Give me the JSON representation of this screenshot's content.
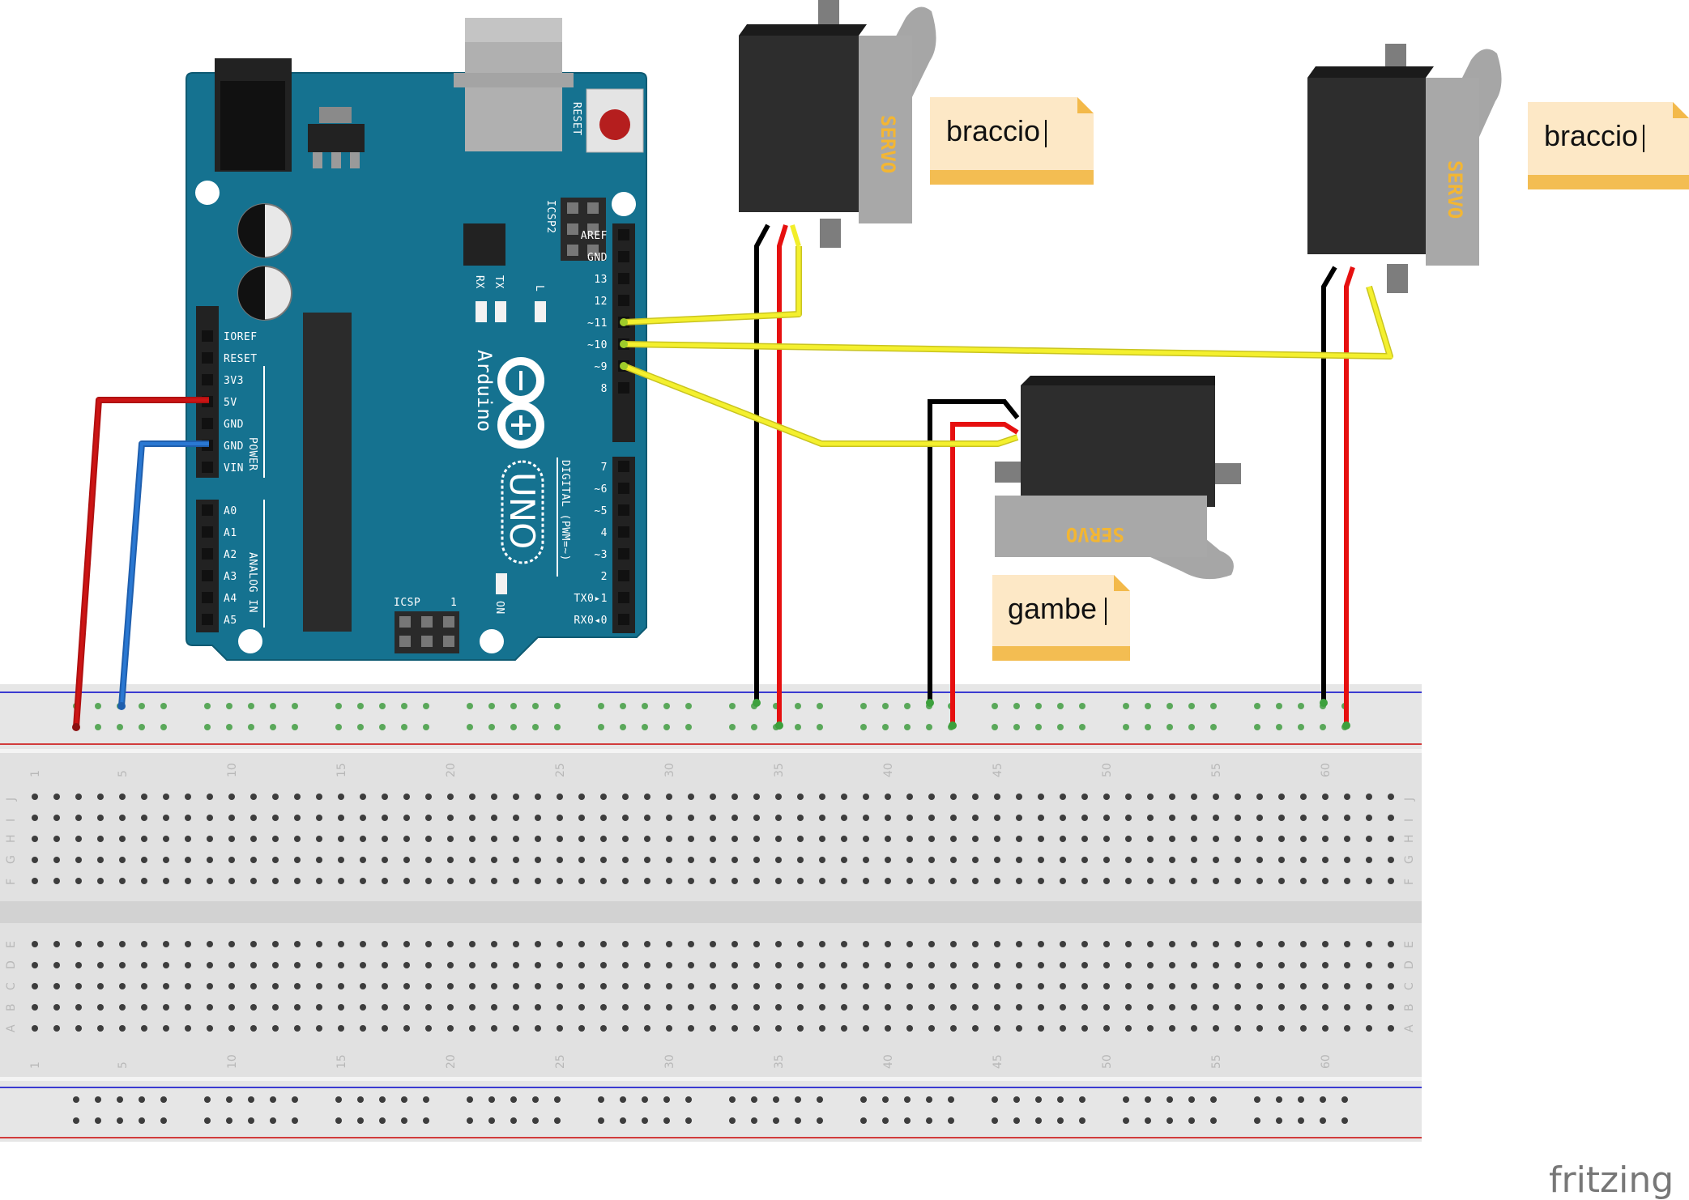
{
  "notes": [
    {
      "id": "note-1",
      "text": "braccio"
    },
    {
      "id": "note-2",
      "text": "braccio"
    },
    {
      "id": "note-3",
      "text": "gambe"
    }
  ],
  "servo_label": "SERVO",
  "arduino": {
    "brand": "Arduino",
    "model": "UNO",
    "reset_label": "RESET",
    "icsp2_label": "ICSP2",
    "icsp_label": "ICSP",
    "icsp_pin1": "1",
    "on_label": "ON",
    "tx_label": "TX",
    "rx_label": "RX",
    "l_label": "L",
    "power_header": "POWER",
    "analog_header": "ANALOG IN",
    "digital_header": "DIGITAL (PWM=~)",
    "power_pins": [
      "IOREF",
      "RESET",
      "3V3",
      "5V",
      "GND",
      "GND",
      "VIN"
    ],
    "analog_pins": [
      "A0",
      "A1",
      "A2",
      "A3",
      "A4",
      "A5"
    ],
    "digital_pins_top": [
      "AREF",
      "GND",
      "13",
      "12",
      "~11",
      "~10",
      "~9",
      "8"
    ],
    "digital_pins_bottom": [
      "7",
      "~6",
      "~5",
      "4",
      "~3",
      "2",
      "TX0▸1",
      "RX0◂0"
    ]
  },
  "breadboard": {
    "column_numbers": [
      "1",
      "5",
      "10",
      "15",
      "20",
      "25",
      "30",
      "35",
      "40",
      "45",
      "50",
      "55",
      "60"
    ],
    "rows_top": [
      "J",
      "I",
      "H",
      "G",
      "F"
    ],
    "rows_bottom": [
      "E",
      "D",
      "C",
      "B",
      "A"
    ]
  },
  "wire_colors": {
    "power": "#cc1414",
    "ground_blue": "#2a78d2",
    "signal": "#f2ee2a",
    "servo_ground": "#000000"
  },
  "brand_mark": "fritzing"
}
